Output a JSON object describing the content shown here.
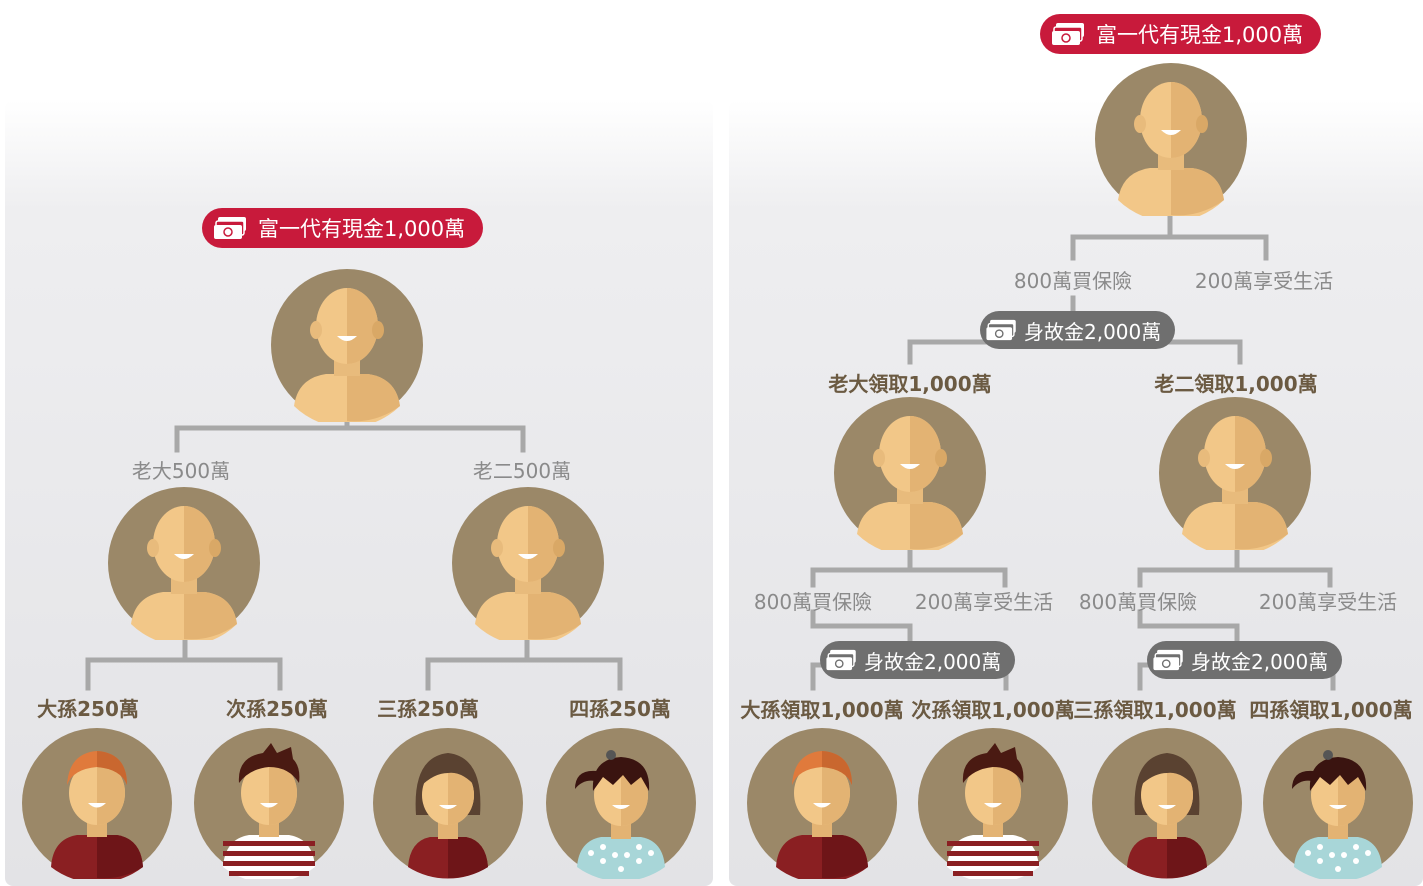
{
  "left": {
    "badge": "富一代有現金1,000萬",
    "children": [
      "老大500萬",
      "老二500萬"
    ],
    "grandchildren": [
      "大孫250萬",
      "次孫250萬",
      "三孫250萬",
      "四孫250萬"
    ]
  },
  "right": {
    "badge": "富一代有現金1,000萬",
    "split": [
      "800萬買保險",
      "200萬享受生活"
    ],
    "payout": "身故金2,000萬",
    "children": [
      "老大領取1,000萬",
      "老二領取1,000萬"
    ],
    "child_split": [
      [
        "800萬買保險",
        "200萬享受生活"
      ],
      [
        "800萬買保險",
        "200萬享受生活"
      ]
    ],
    "child_payouts": [
      "身故金2,000萬",
      "身故金2,000萬"
    ],
    "grandchildren": [
      "大孫領取1,000萬",
      "次孫領取1,000萬",
      "三孫領取1,000萬",
      "四孫領取1,000萬"
    ]
  },
  "icons": {
    "money": "cash-stack-icon",
    "parent": "bald-person-avatar",
    "grandchildren": [
      "orange-hair-boy-avatar",
      "spiky-hair-boy-avatar",
      "bob-hair-girl-avatar",
      "ponytail-girl-avatar"
    ]
  },
  "colors": {
    "badge_red": "#c81a3b",
    "badge_gray": "#6f6f6f",
    "connector": "#a8a8a8",
    "avatar_bg": "#9b8868",
    "skin": "#f2c788"
  }
}
